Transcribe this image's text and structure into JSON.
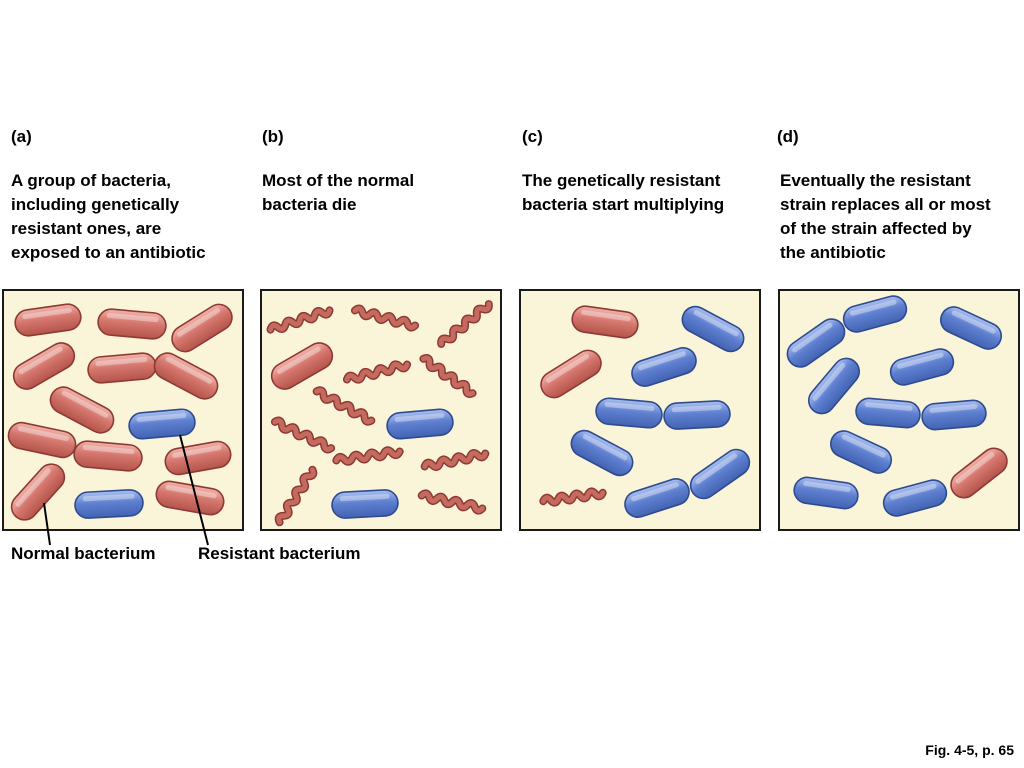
{
  "panels": [
    {
      "label": "(a)",
      "caption": "A group of bacteria, including genetically resistant ones, are exposed to an antibiotic"
    },
    {
      "label": "(b)",
      "caption": "Most of the normal bacteria die"
    },
    {
      "label": "(c)",
      "caption": "The genetically resistant bacteria start multiplying"
    },
    {
      "label": "(d)",
      "caption": "Eventually the resistant strain replaces all or most of the strain affected by the antibiotic"
    }
  ],
  "callouts": {
    "normal": "Normal bacterium",
    "resistant": "Resistant bacterium"
  },
  "figure_ref": "Fig. 4-5, p. 65",
  "colors": {
    "panel_bg": "#faf5d9",
    "normal_fill": "#d5776e",
    "normal_stroke": "#8e3a34",
    "resistant_fill": "#5f80d0",
    "resistant_stroke": "#2f4b8f",
    "dead_fill": "#c56a5f"
  }
}
